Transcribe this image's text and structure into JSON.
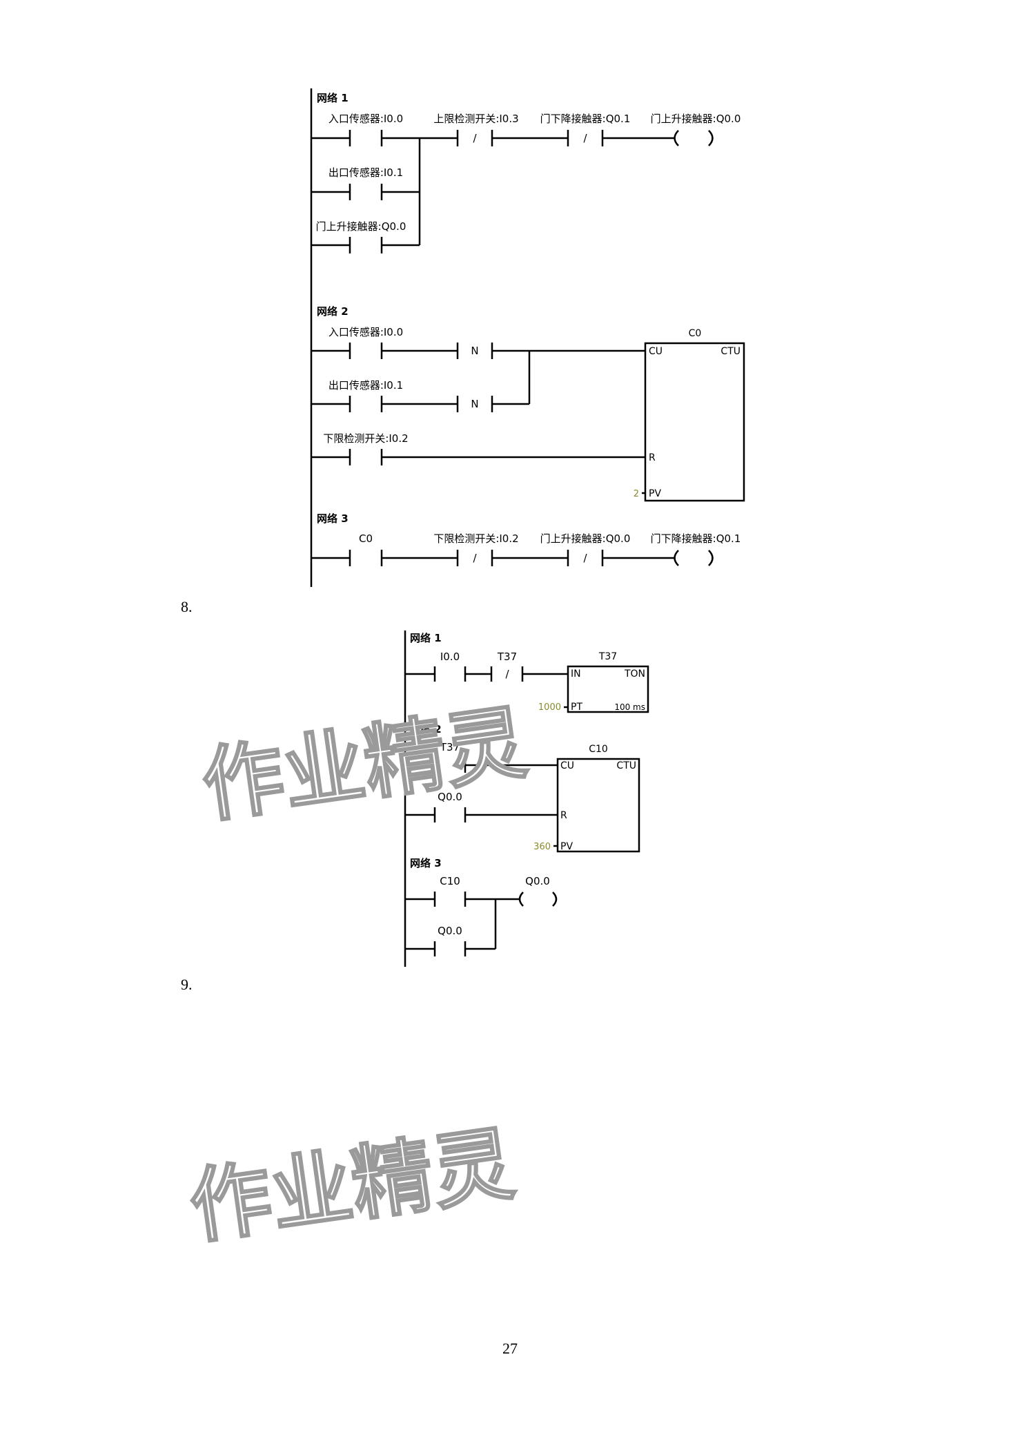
{
  "diagram1": {
    "net1": {
      "title": "网络 1",
      "c_in": "入口传感器:I0.0",
      "c_out": "出口传感器:I0.1",
      "c_hold": "门上升接触器:Q0.0",
      "c_upper": "上限检测开关:I0.3",
      "c_down": "门下降接触器:Q0.1",
      "coil": "门上升接触器:Q0.0"
    },
    "net2": {
      "title": "网络 2",
      "c_in": "入口传感器:I0.0",
      "c_out": "出口传感器:I0.1",
      "c_lower": "下限检测开关:I0.2",
      "n": "N",
      "box_name": "C0",
      "box_type": "CTU",
      "cu": "CU",
      "r": "R",
      "pv": "PV",
      "pv_val": "2"
    },
    "net3": {
      "title": "网络 3",
      "c_c0": "C0",
      "c_lower": "下限检测开关:I0.2",
      "c_up": "门上升接触器:Q0.0",
      "coil": "门下降接触器:Q0.1"
    },
    "nc_symbol": "/"
  },
  "item8": "8.",
  "diagram2": {
    "net1": {
      "title": "网络 1",
      "c1": "I0.0",
      "c2": "T37",
      "box_name": "T37",
      "box_type": "TON",
      "in": "IN",
      "pt": "PT",
      "pt_val": "1000",
      "res": "100 ms"
    },
    "net2": {
      "title": "网络 2",
      "c1": "T37",
      "c2": "Q0.0",
      "box_name": "C10",
      "box_type": "CTU",
      "cu": "CU",
      "r": "R",
      "pv": "PV",
      "pv_val": "360"
    },
    "net3": {
      "title": "网络 3",
      "c1": "C10",
      "c2": "Q0.0",
      "coil": "Q0.0"
    }
  },
  "item9": "9.",
  "watermark": "作业精灵",
  "page_number": "27"
}
